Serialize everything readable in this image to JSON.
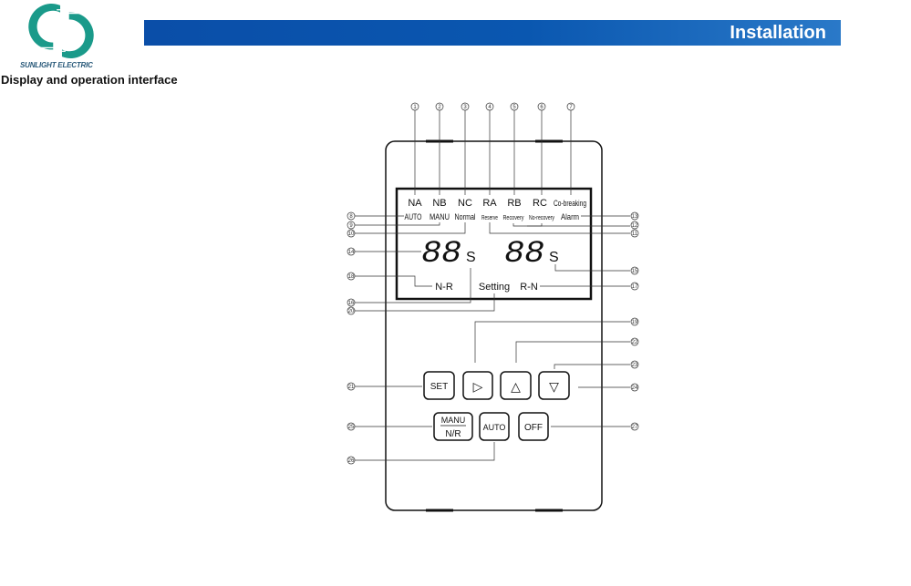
{
  "header": {
    "brand": "SUNLIGHT ELECTRIC",
    "banner_title": "Installation",
    "subtitle": "Display and operation interface"
  },
  "lcd": {
    "row1": [
      "NA",
      "NB",
      "NC",
      "RA",
      "RB",
      "RC",
      "Co-breaking"
    ],
    "row2": [
      "AUTO",
      "MANU",
      "Normal",
      "Reserve",
      "Recovery",
      "No-recovery",
      "Alarm"
    ],
    "digits_left": "88",
    "unit_left": "S",
    "digits_right": "88",
    "unit_right": "S",
    "nr": "N-R",
    "setting": "Setting",
    "rn": "R-N"
  },
  "buttons": {
    "set": "SET",
    "right": "▷",
    "up": "△",
    "down": "▽",
    "manu_top": "MANU",
    "manu_bottom": "N/R",
    "auto": "AUTO",
    "off": "OFF"
  },
  "callouts": [
    "1",
    "2",
    "3",
    "4",
    "5",
    "6",
    "7",
    "8",
    "9",
    "10",
    "11",
    "12",
    "13",
    "14",
    "15",
    "16",
    "17",
    "18",
    "19",
    "20",
    "21",
    "22",
    "23",
    "24",
    "25",
    "26",
    "27"
  ],
  "colors": {
    "banner": "#0a4ea8",
    "logo": "#1a9a8a"
  }
}
